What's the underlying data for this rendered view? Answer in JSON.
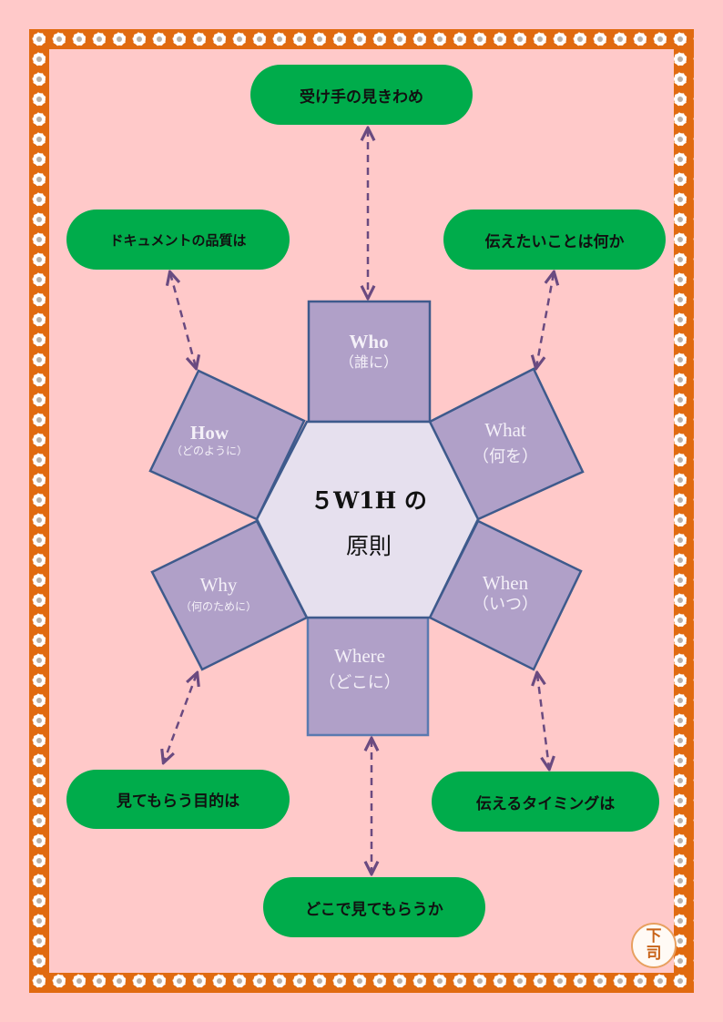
{
  "colors": {
    "background": "#ffc9c9",
    "frame": "#e06a10",
    "pill": "#00ac4b",
    "square": "#b0a0c8",
    "hexagon": "#e6e0ee",
    "arrow": "#6a4a80"
  },
  "center": {
    "line1": "５W1H の",
    "line2": "原則"
  },
  "aspects": [
    {
      "en": "Who",
      "jp": "（誰に）"
    },
    {
      "en": "What",
      "jp": "（何を）"
    },
    {
      "en": "When",
      "jp": "（いつ）"
    },
    {
      "en": "Where",
      "jp": "（どこに）"
    },
    {
      "en": "Why",
      "jp": "（何のために）"
    },
    {
      "en": "How",
      "jp": "（どのように）"
    }
  ],
  "pills": [
    "受け手の見きわめ",
    "伝えたいことは何か",
    "伝えるタイミングは",
    "どこで見てもらうか",
    "見てもらう目的は",
    "ドキュメントの品質は"
  ],
  "stamp": {
    "line1": "下",
    "line2": "司"
  }
}
